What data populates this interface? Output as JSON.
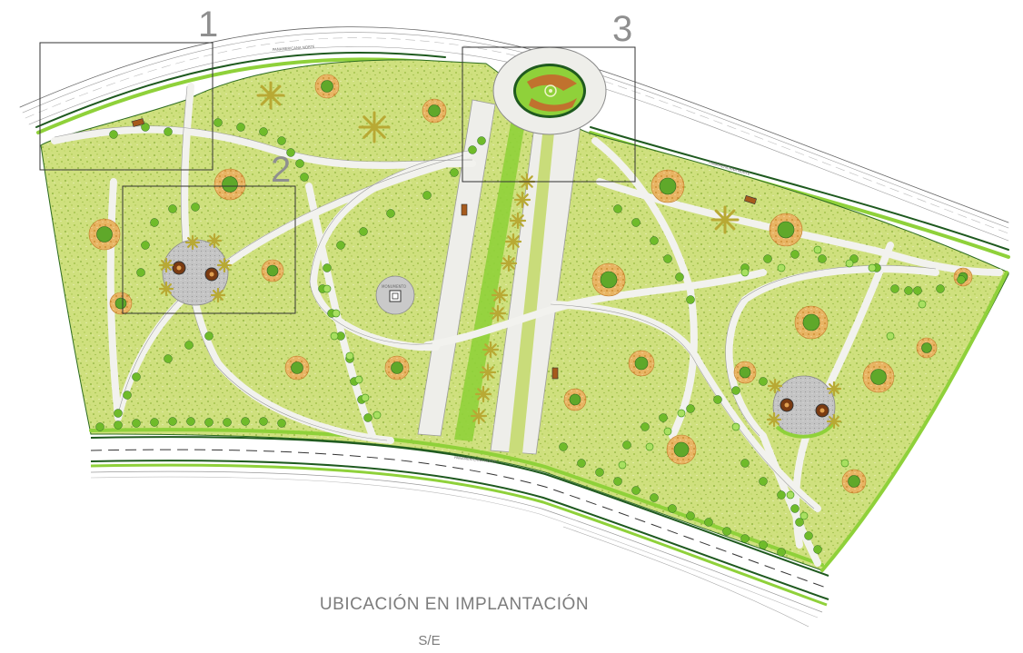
{
  "plan": {
    "callouts": [
      {
        "number": "1"
      },
      {
        "number": "2"
      },
      {
        "number": "3"
      }
    ],
    "street_labels": [
      "PANAMERICANA NORTE",
      "PANAMERICANA NORTE",
      "PANAMERICANA NORTE"
    ],
    "monument_label": "MONUMENTO",
    "colors": {
      "grass": "#c9dc7a",
      "grass_speckle": "#8fb23a",
      "bright_green": "#8fd13a",
      "dark_green": "#1f5a1f",
      "tree": "#5fa82a",
      "palm": "#c3b43a",
      "path": "#eeeeea",
      "path_edge": "#9c9c9c",
      "bed_orange": "#d99a3a",
      "plaza": "#b9b9b9",
      "callout": "#333333"
    }
  },
  "caption": {
    "title": "UBICACIÓN EN IMPLANTACIÓN",
    "scale": "S/E"
  }
}
